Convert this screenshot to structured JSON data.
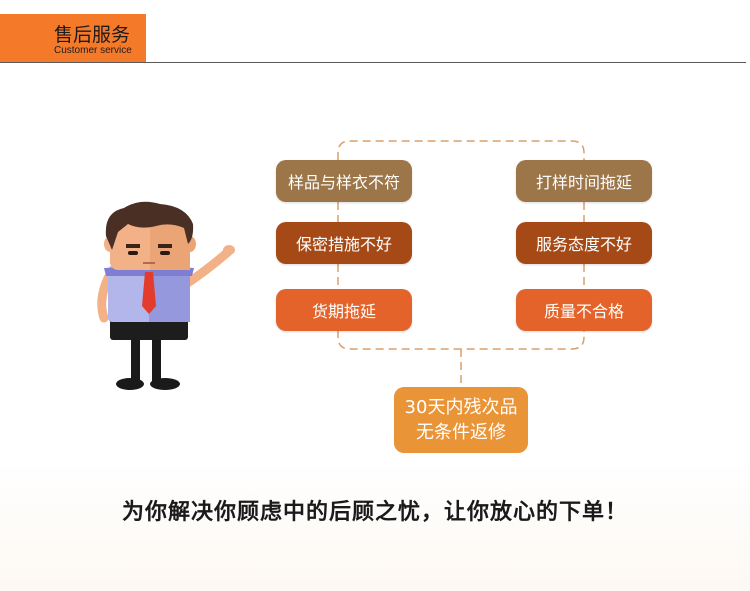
{
  "header": {
    "title": "售后服务",
    "subtitle": "Customer service"
  },
  "issues": {
    "left": [
      "样品与样衣不符",
      "保密措施不好",
      "货期拖延"
    ],
    "right": [
      "打样时间拖延",
      "服务态度不好",
      "质量不合格"
    ]
  },
  "promise": {
    "line1": "30天内残次品",
    "line2": "无条件返修"
  },
  "slogan": "为你解决你顾虑中的后顾之忧，让你放心的下单！",
  "colors": {
    "accent": "#f47a2a",
    "row1": "#9c7548",
    "row2": "#a54a16",
    "row3": "#e4632a",
    "promise": "#ea9438",
    "dash": "#d7a06c"
  }
}
